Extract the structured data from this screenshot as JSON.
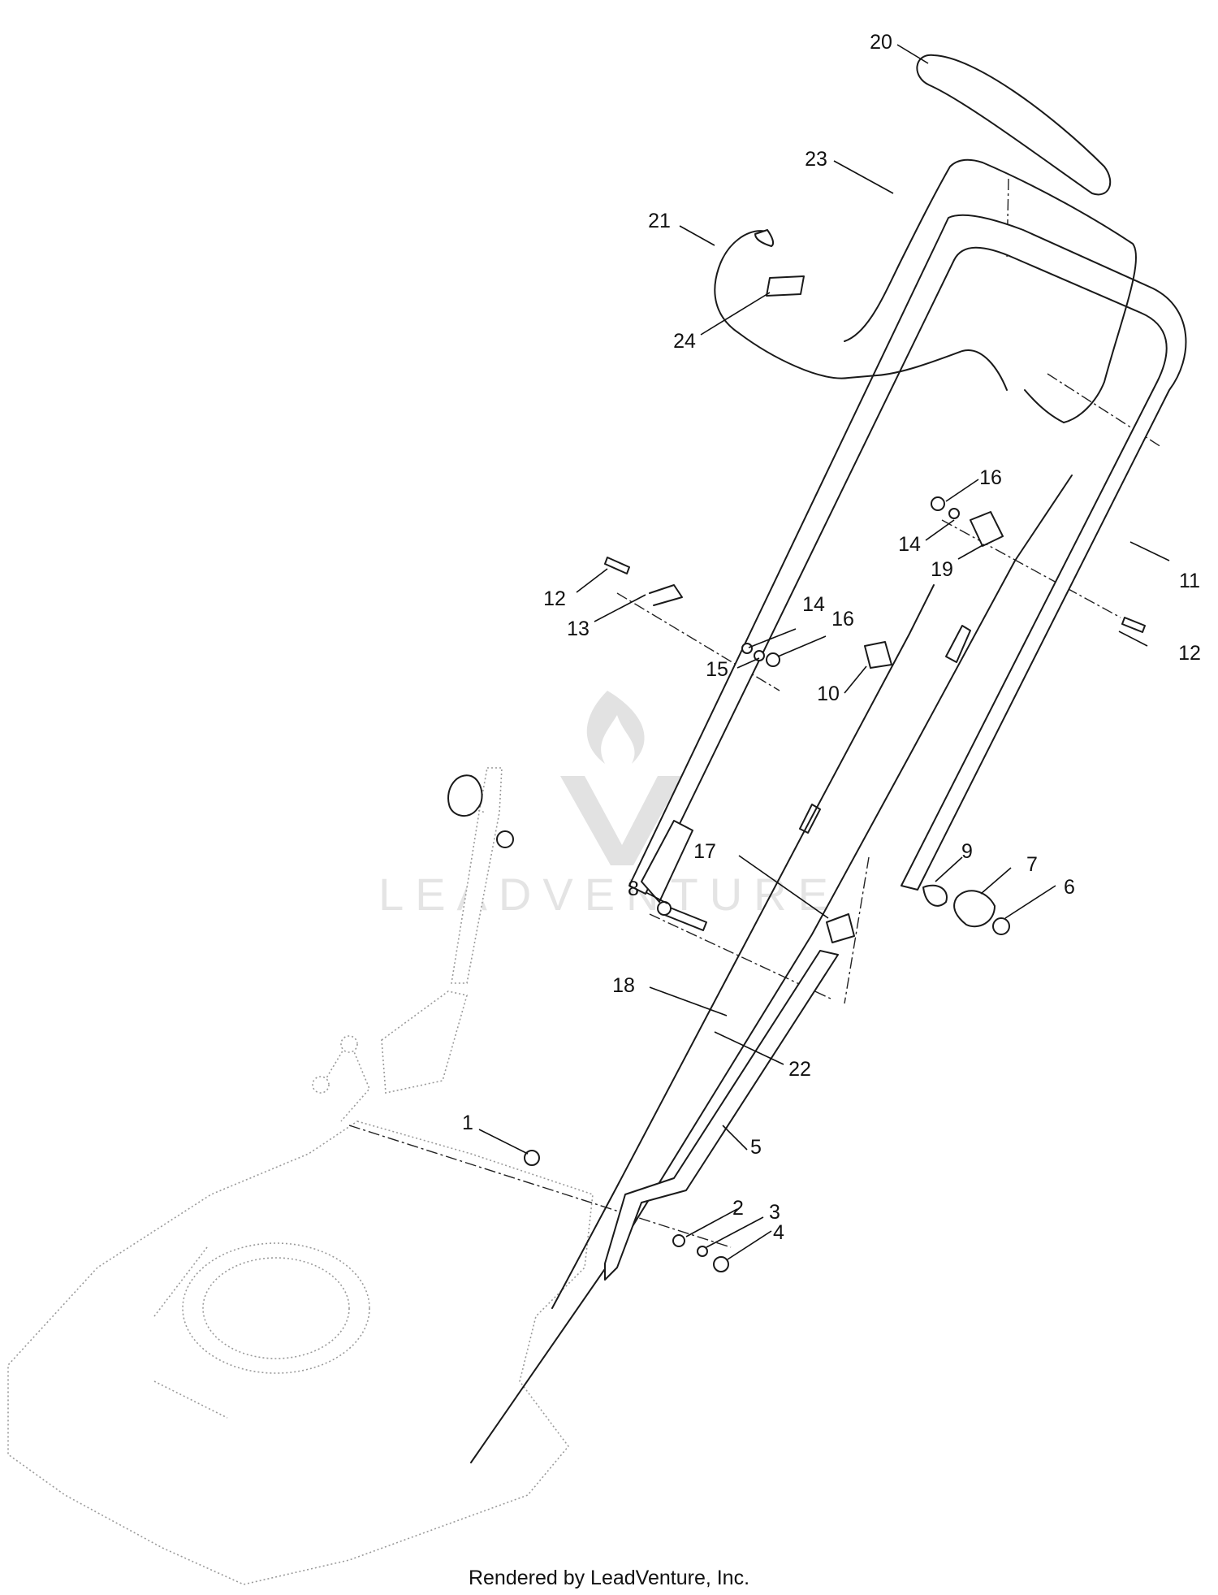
{
  "watermark": {
    "brand_text": "LEADVENTURE"
  },
  "footer": {
    "credit": "Rendered by LeadVenture, Inc."
  },
  "callouts": [
    {
      "id": "c20",
      "label": "20"
    },
    {
      "id": "c23",
      "label": "23"
    },
    {
      "id": "c21",
      "label": "21"
    },
    {
      "id": "c24",
      "label": "24"
    },
    {
      "id": "c16a",
      "label": "16"
    },
    {
      "id": "c14a",
      "label": "14"
    },
    {
      "id": "c19",
      "label": "19"
    },
    {
      "id": "c11",
      "label": "11"
    },
    {
      "id": "c12a",
      "label": "12"
    },
    {
      "id": "c12b",
      "label": "12"
    },
    {
      "id": "c13",
      "label": "13"
    },
    {
      "id": "c14b",
      "label": "14"
    },
    {
      "id": "c16b",
      "label": "16"
    },
    {
      "id": "c15",
      "label": "15"
    },
    {
      "id": "c10",
      "label": "10"
    },
    {
      "id": "c17",
      "label": "17"
    },
    {
      "id": "c9",
      "label": "9"
    },
    {
      "id": "c7",
      "label": "7"
    },
    {
      "id": "c6",
      "label": "6"
    },
    {
      "id": "c8",
      "label": "8"
    },
    {
      "id": "c18",
      "label": "18"
    },
    {
      "id": "c22",
      "label": "22"
    },
    {
      "id": "c1",
      "label": "1"
    },
    {
      "id": "c5",
      "label": "5"
    },
    {
      "id": "c2",
      "label": "2"
    },
    {
      "id": "c3",
      "label": "3"
    },
    {
      "id": "c4",
      "label": "4"
    }
  ]
}
